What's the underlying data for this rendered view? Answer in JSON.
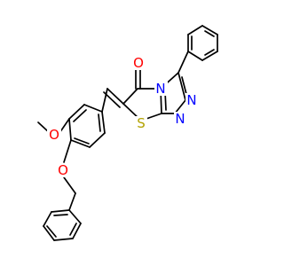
{
  "molecule": {
    "atom_labels": {
      "carbonyl_oxygen": "O",
      "ring_nitrogen": "N",
      "triazole_nitrogen_1": "N",
      "triazole_nitrogen_2": "N",
      "sulfur": "S",
      "methoxy_oxygen": "O",
      "benzyloxy_oxygen": "O"
    },
    "colors": {
      "bond": "#000000",
      "oxygen": "#ff0000",
      "nitrogen": "#0000ff",
      "sulfur": "#b2a200"
    }
  }
}
